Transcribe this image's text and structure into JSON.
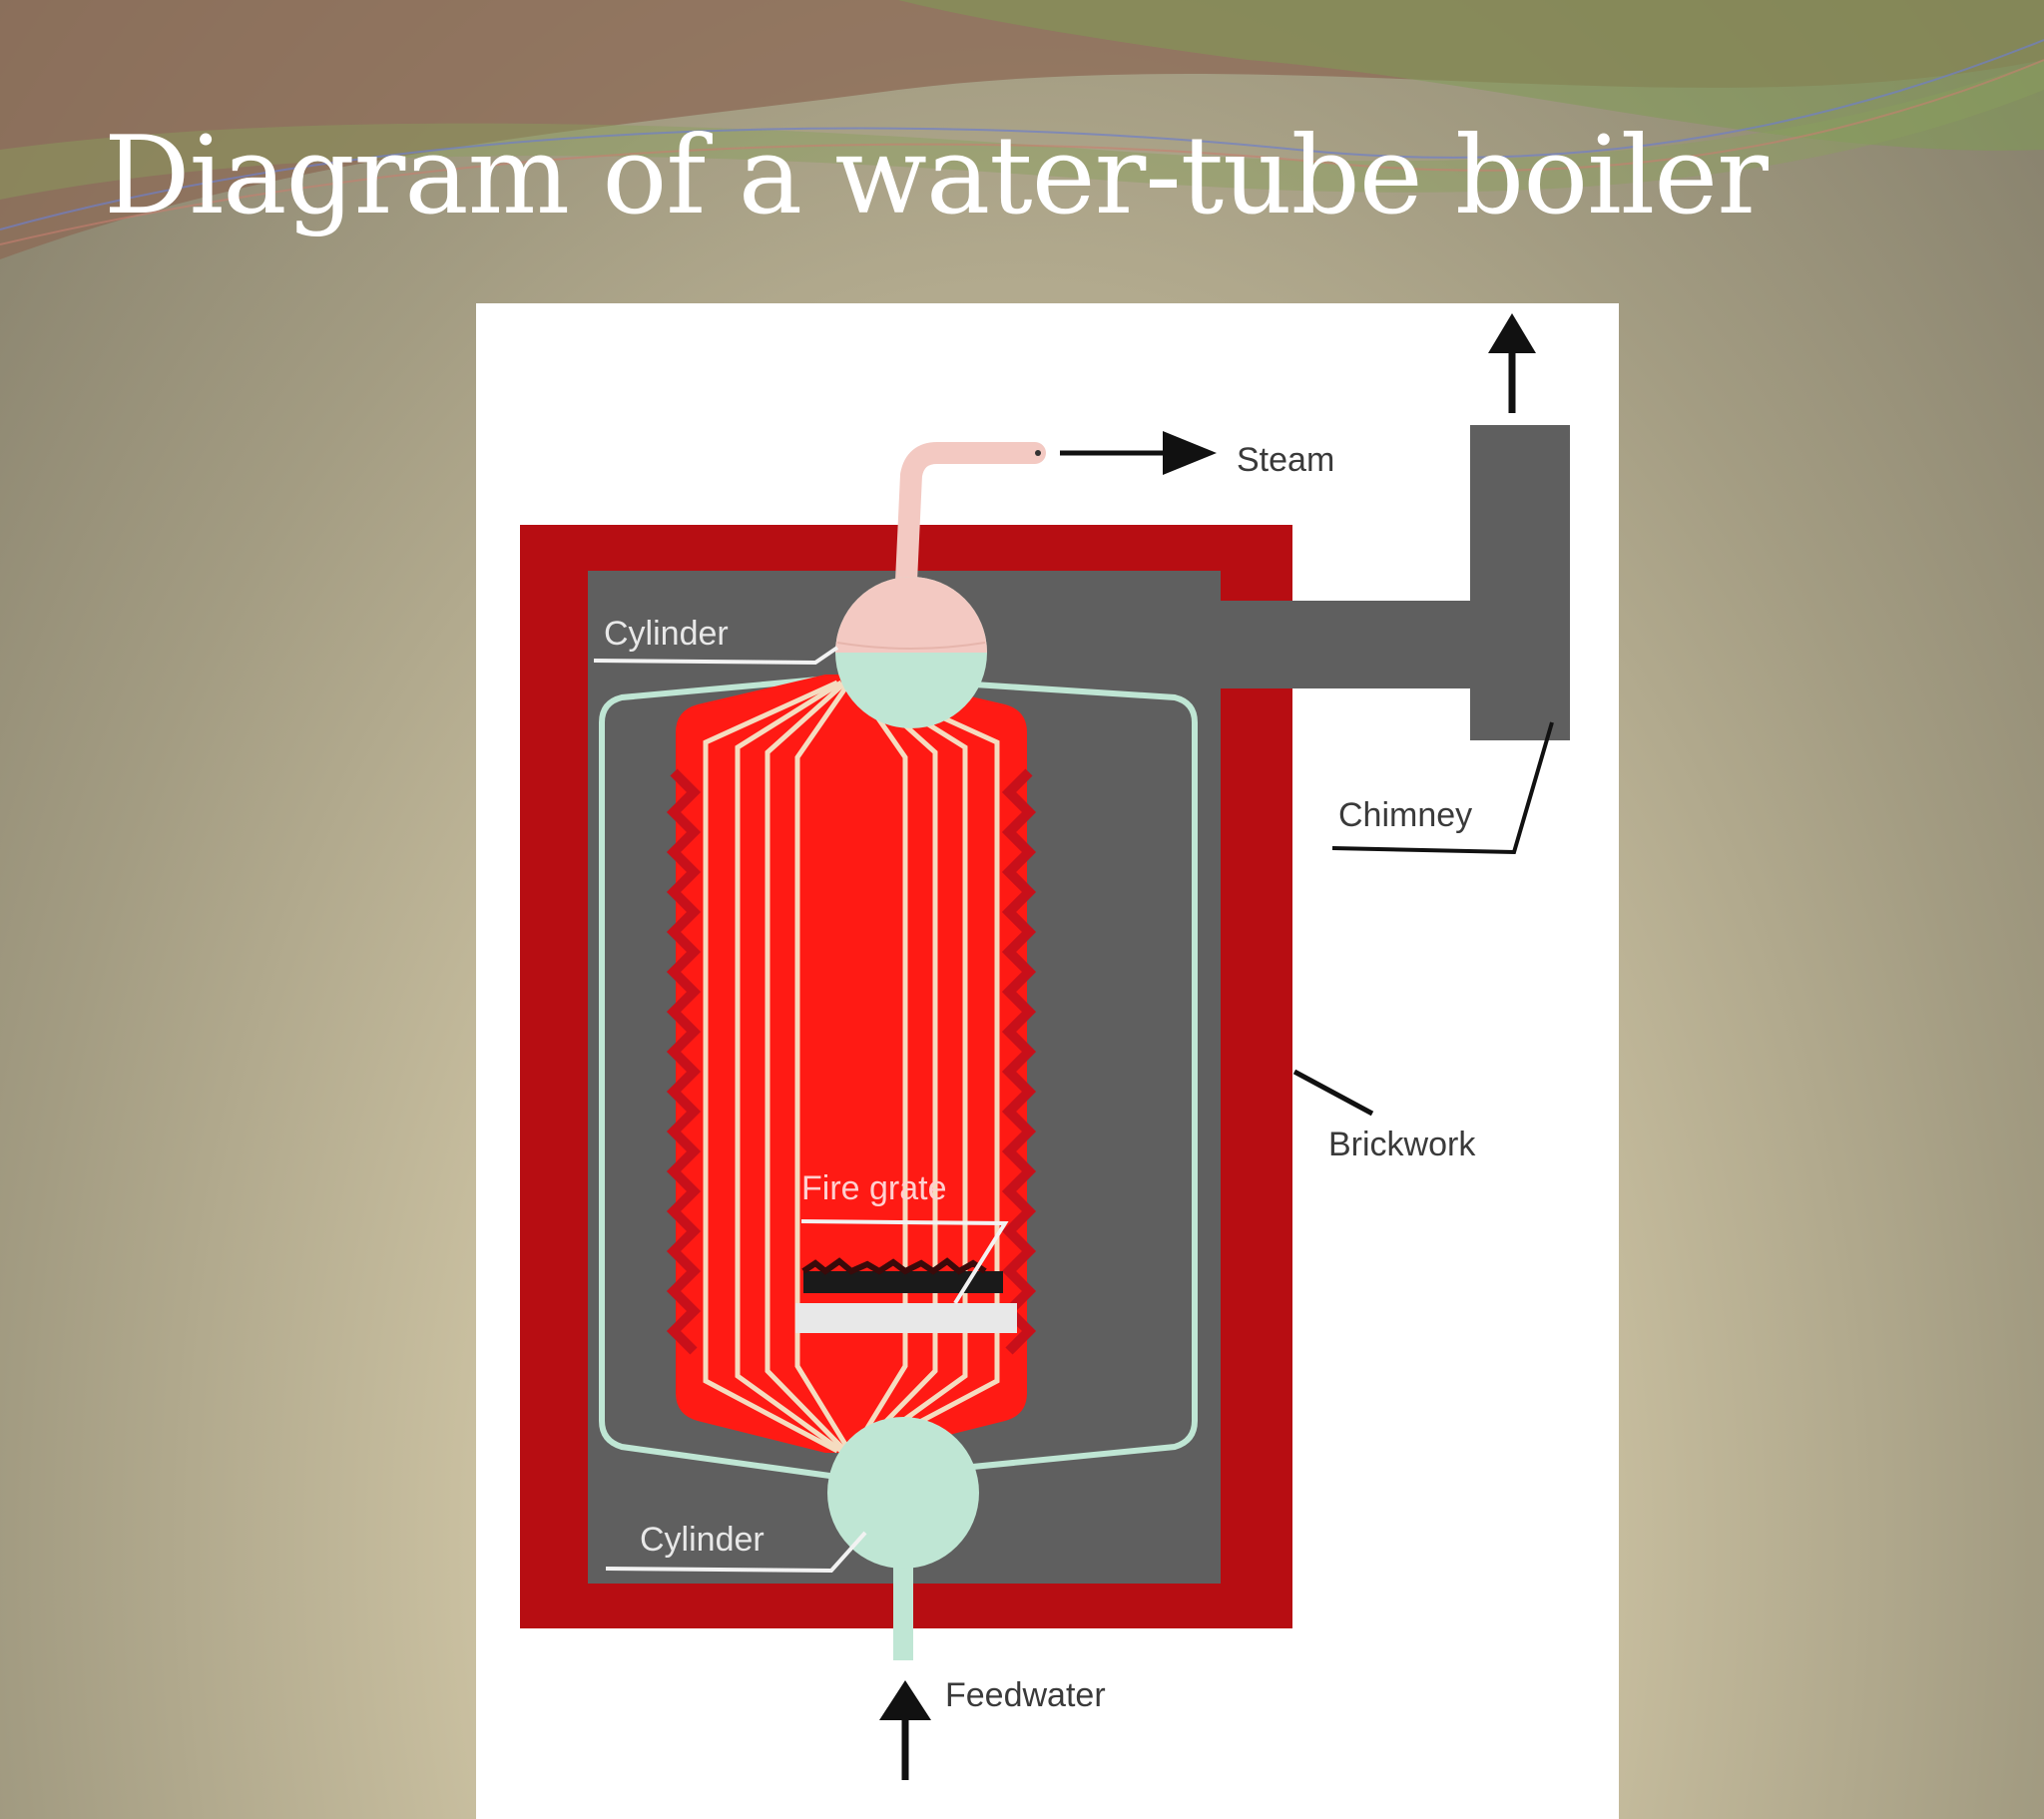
{
  "slide": {
    "title": "Diagram of a water-tube boiler"
  },
  "diagram": {
    "labels": {
      "steam": "Steam",
      "cylinder_top": "Cylinder",
      "chimney": "Chimney",
      "brickwork": "Brickwork",
      "fire_grate": "Fire grate",
      "cylinder_bottom": "Cylinder",
      "feedwater": "Feedwater"
    },
    "colors": {
      "brickwork": "#b70d12",
      "flue": "#5f5f5f",
      "furnace": "#ff1a14",
      "water": "#bfe6d4",
      "steam": "#f3c9c2",
      "tube": "#f5dcc0"
    }
  }
}
